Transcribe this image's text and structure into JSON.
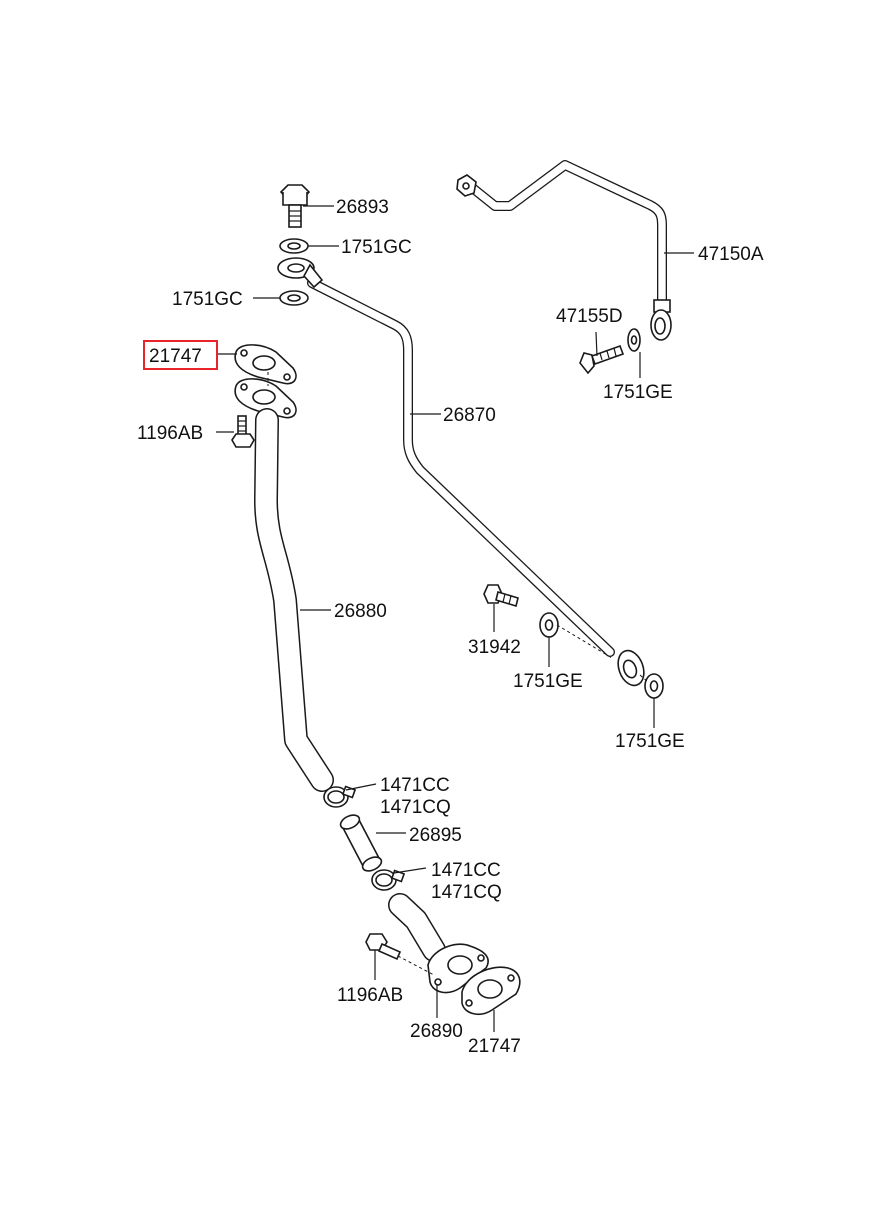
{
  "colors": {
    "highlight": "#e8232a",
    "line": "#1a1a1a",
    "background": "#ffffff"
  },
  "labels": {
    "l26893": "26893",
    "l1751gc_a": "1751GC",
    "l1751gc_b": "1751GC",
    "l21747_top": "21747",
    "l1196ab_top": "1196AB",
    "l26870": "26870",
    "l47150a": "47150A",
    "l47155d": "47155D",
    "l1751ge_a": "1751GE",
    "l26880": "26880",
    "l31942": "31942",
    "l1751ge_b": "1751GE",
    "l1751ge_c": "1751GE",
    "l1471cc_a": "1471CC",
    "l1471cq_a": "1471CQ",
    "l26895": "26895",
    "l1471cc_b": "1471CC",
    "l1471cq_b": "1471CQ",
    "l1196ab_bot": "1196AB",
    "l26890": "26890",
    "l21747_bot": "21747"
  }
}
